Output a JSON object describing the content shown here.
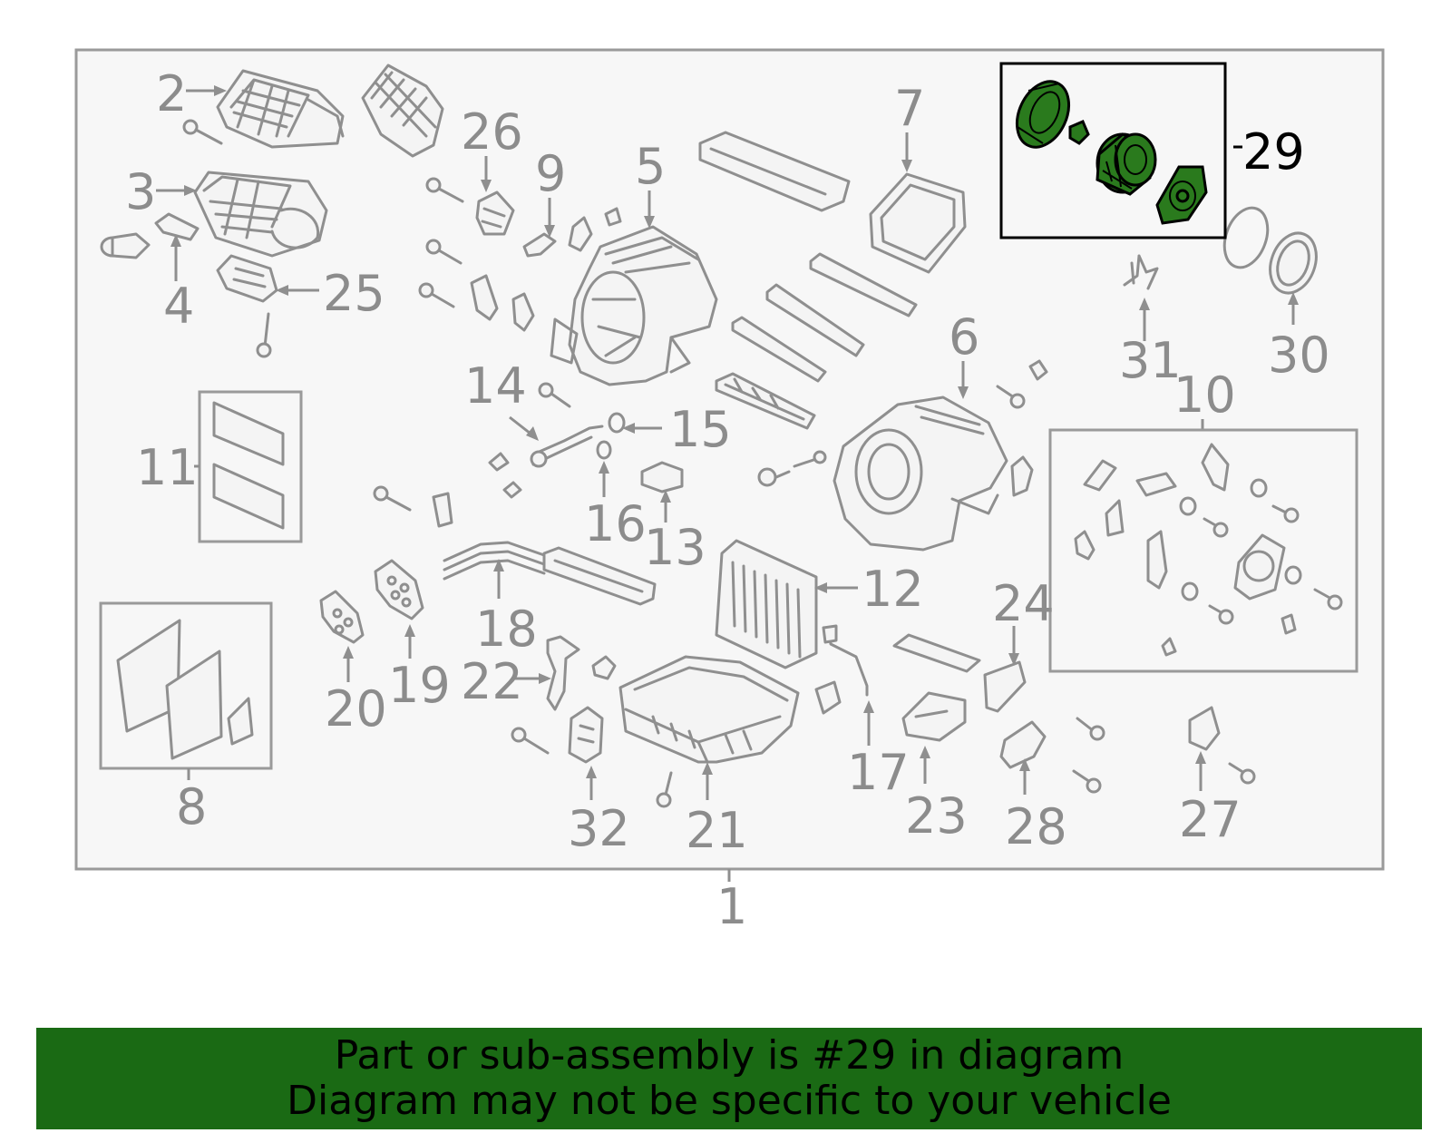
{
  "callouts": {
    "c1": "1",
    "c2": "2",
    "c3": "3",
    "c4": "4",
    "c5": "5",
    "c6": "6",
    "c7": "7",
    "c8": "8",
    "c9": "9",
    "c10": "10",
    "c11": "11",
    "c12": "12",
    "c13": "13",
    "c14": "14",
    "c15": "15",
    "c16": "16",
    "c17": "17",
    "c18": "18",
    "c19": "19",
    "c20": "20",
    "c21": "21",
    "c22": "22",
    "c23": "23",
    "c24": "24",
    "c25": "25",
    "c26": "26",
    "c27": "27",
    "c28": "28",
    "c29": "29",
    "c30": "30",
    "c31": "31",
    "c32": "32"
  },
  "highlighted_part": "29",
  "colors": {
    "banner": "#1a6a14",
    "highlight": "#2a7a1d",
    "line_art": "#8f8f8f",
    "panel": "#f7f7f7"
  },
  "banner": {
    "line1": "Part or sub-assembly is #29 in diagram",
    "line2": "Diagram may not be specific to your vehicle"
  }
}
